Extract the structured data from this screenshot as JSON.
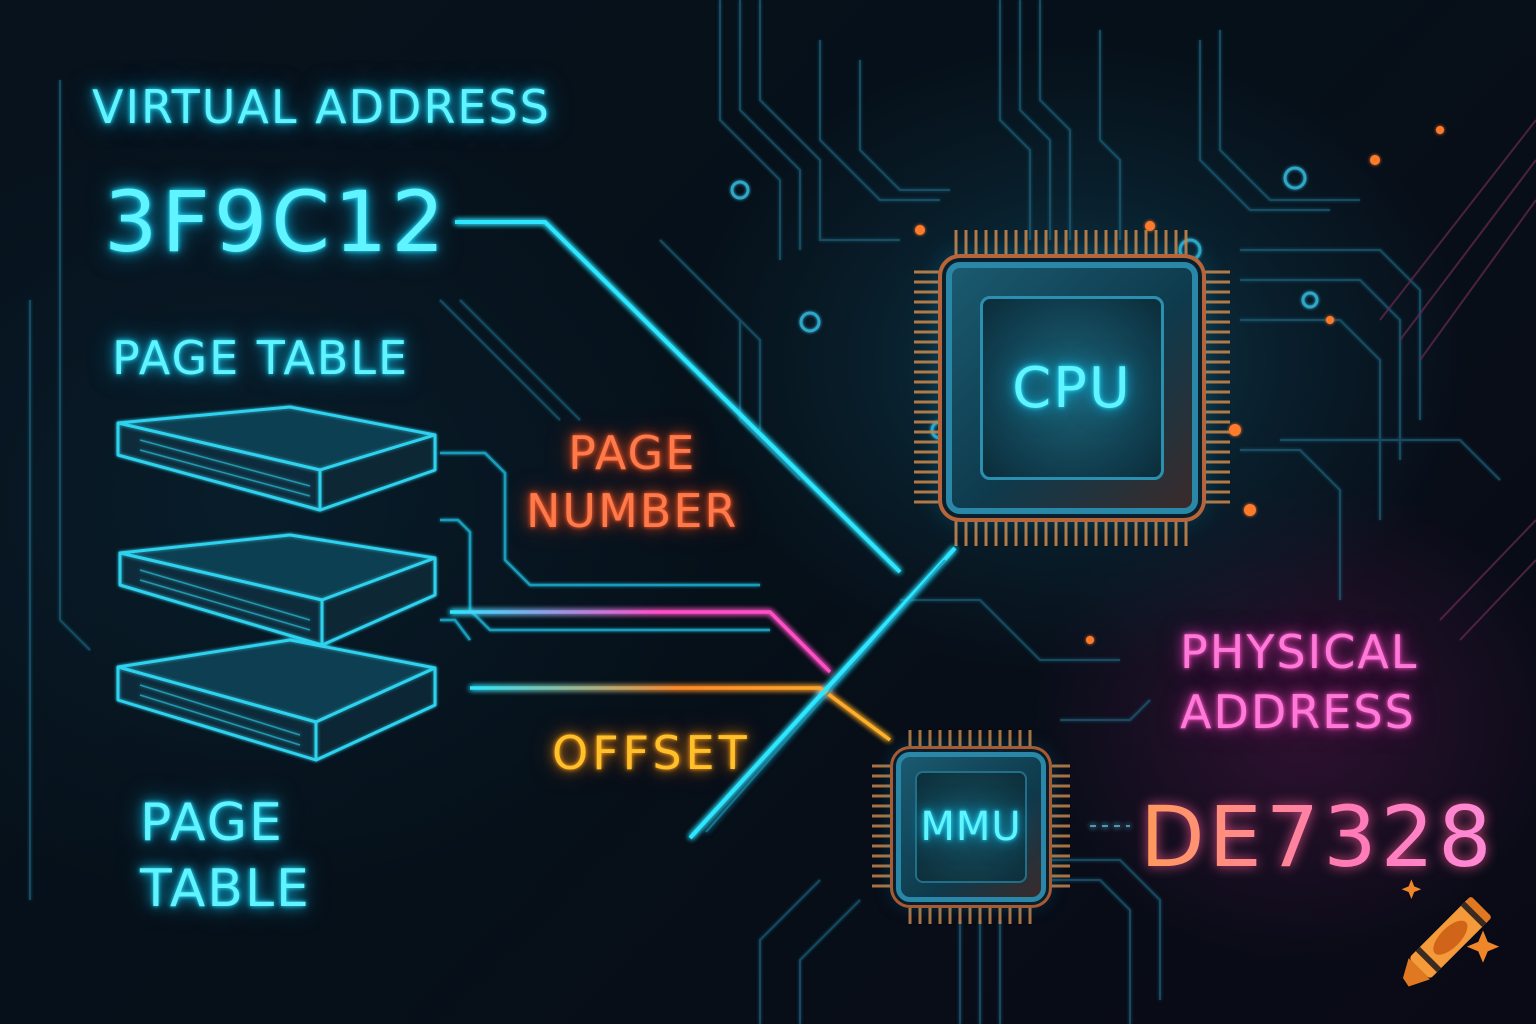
{
  "diagram": {
    "topic": "Virtual to physical address translation",
    "virtual_address": {
      "label": "VIRTUAL ADDRESS",
      "value": "3F9C12",
      "color": "#5ff4ff"
    },
    "page_table_top": {
      "label": "PAGE TABLE",
      "color": "#5ff4ff"
    },
    "page_table_bottom": {
      "line1": "PAGE",
      "line2": "TABLE",
      "color": "#5ff4ff"
    },
    "page_number": {
      "line1": "PAGE",
      "line2": "NUMBER",
      "color": "#ff7a4a"
    },
    "offset": {
      "label": "OFFSET",
      "color": "#ffc02a"
    },
    "cpu": {
      "label": "CPU"
    },
    "mmu": {
      "label": "MMU"
    },
    "physical_address": {
      "line1": "PHYSICAL",
      "line2": "ADDRESS",
      "value": "DE7328",
      "color": "#ff7ad8"
    },
    "page_table_stack_count": 3,
    "colors": {
      "background": "#050a12",
      "trace_cyan": "#28e2ff",
      "trace_pink": "#ff4fc6",
      "trace_orange": "#ff8a2a",
      "chip_border": "#2a87a8",
      "chip_copper": "#b7643a"
    }
  },
  "watermark": {
    "icon": "crayon-sparkle-icon",
    "color": "#f0862a"
  }
}
